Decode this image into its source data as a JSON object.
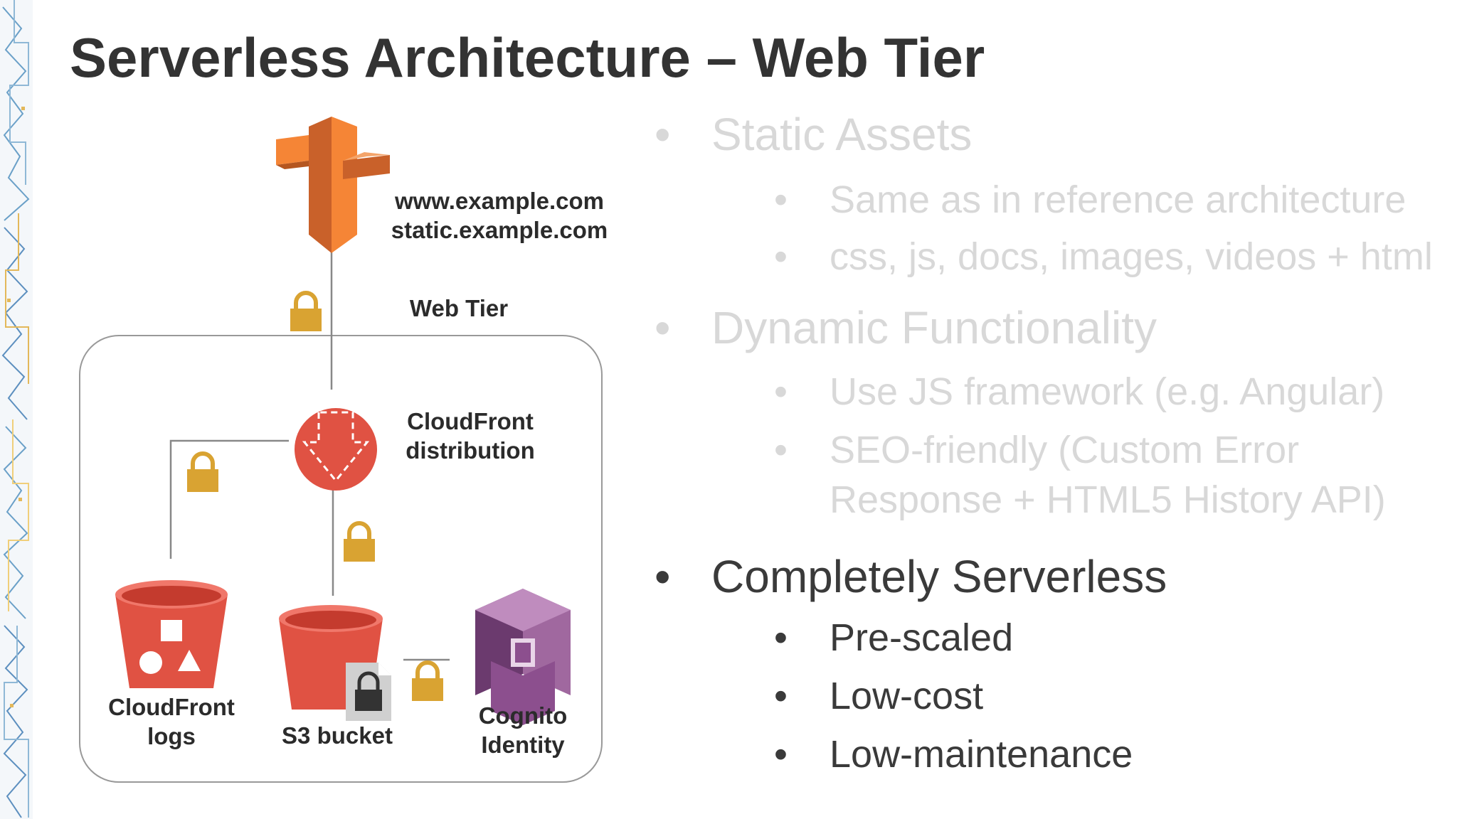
{
  "slide": {
    "title": "Serverless Architecture – Web Tier"
  },
  "diagram": {
    "domains_line1": "www.example.com",
    "domains_line2": "static.example.com",
    "tier_label": "Web Tier",
    "cloudfront_line1": "CloudFront",
    "cloudfront_line2": "distribution",
    "logs_line1": "CloudFront",
    "logs_line2": "logs",
    "s3_label": "S3 bucket",
    "cognito_line1": "Cognito",
    "cognito_line2": "Identity",
    "colors": {
      "route53": "#f58536",
      "s3": "#e05243",
      "cognito": "#8c4f8e",
      "lock": "#d9a332",
      "box": "#999999"
    }
  },
  "bullets": {
    "static_assets": "Static Assets",
    "static_sub1": "Same as in reference architecture",
    "static_sub2": "css, js, docs, images, videos + html",
    "dynamic": "Dynamic Functionality",
    "dynamic_sub1": "Use JS framework (e.g. Angular)",
    "dynamic_sub2_line1": "SEO-friendly (Custom Error",
    "dynamic_sub2_line2": "Response + HTML5 History API)",
    "serverless": "Completely Serverless",
    "serverless_sub1": "Pre-scaled",
    "serverless_sub2": "Low-cost",
    "serverless_sub3": "Low-maintenance",
    "bullet_char": "•",
    "faded_color": "#d8d8d8",
    "active_color": "#3a3a3a"
  }
}
